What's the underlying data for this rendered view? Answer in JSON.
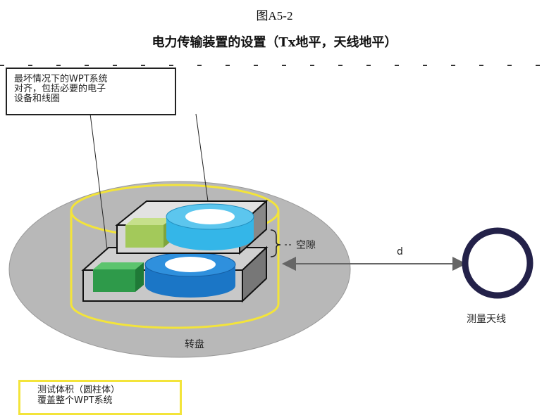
{
  "figure": {
    "label": "图A5-2",
    "title": "电力传输装置的设置（Tx地平，天线地平）"
  },
  "callouts": {
    "wpt_alignment": "最坏情况下的WPT系统\n对齐，包括必要的电子\n设备和线圈",
    "test_volume": "测试体积（圆柱体）\n覆盖整个WPT系统"
  },
  "labels": {
    "gap": "空隙",
    "distance": "d",
    "antenna": "测量天线",
    "turntable": "转盘"
  },
  "colors": {
    "turntable": "#b8b8b8",
    "test_volume": "#f3e43a",
    "electronics_upper": "#a3c95a",
    "electronics_lower": "#2e9a4a",
    "coil_upper": "#34b6e8",
    "coil_lower": "#1b76c6",
    "antenna": "#232149"
  }
}
